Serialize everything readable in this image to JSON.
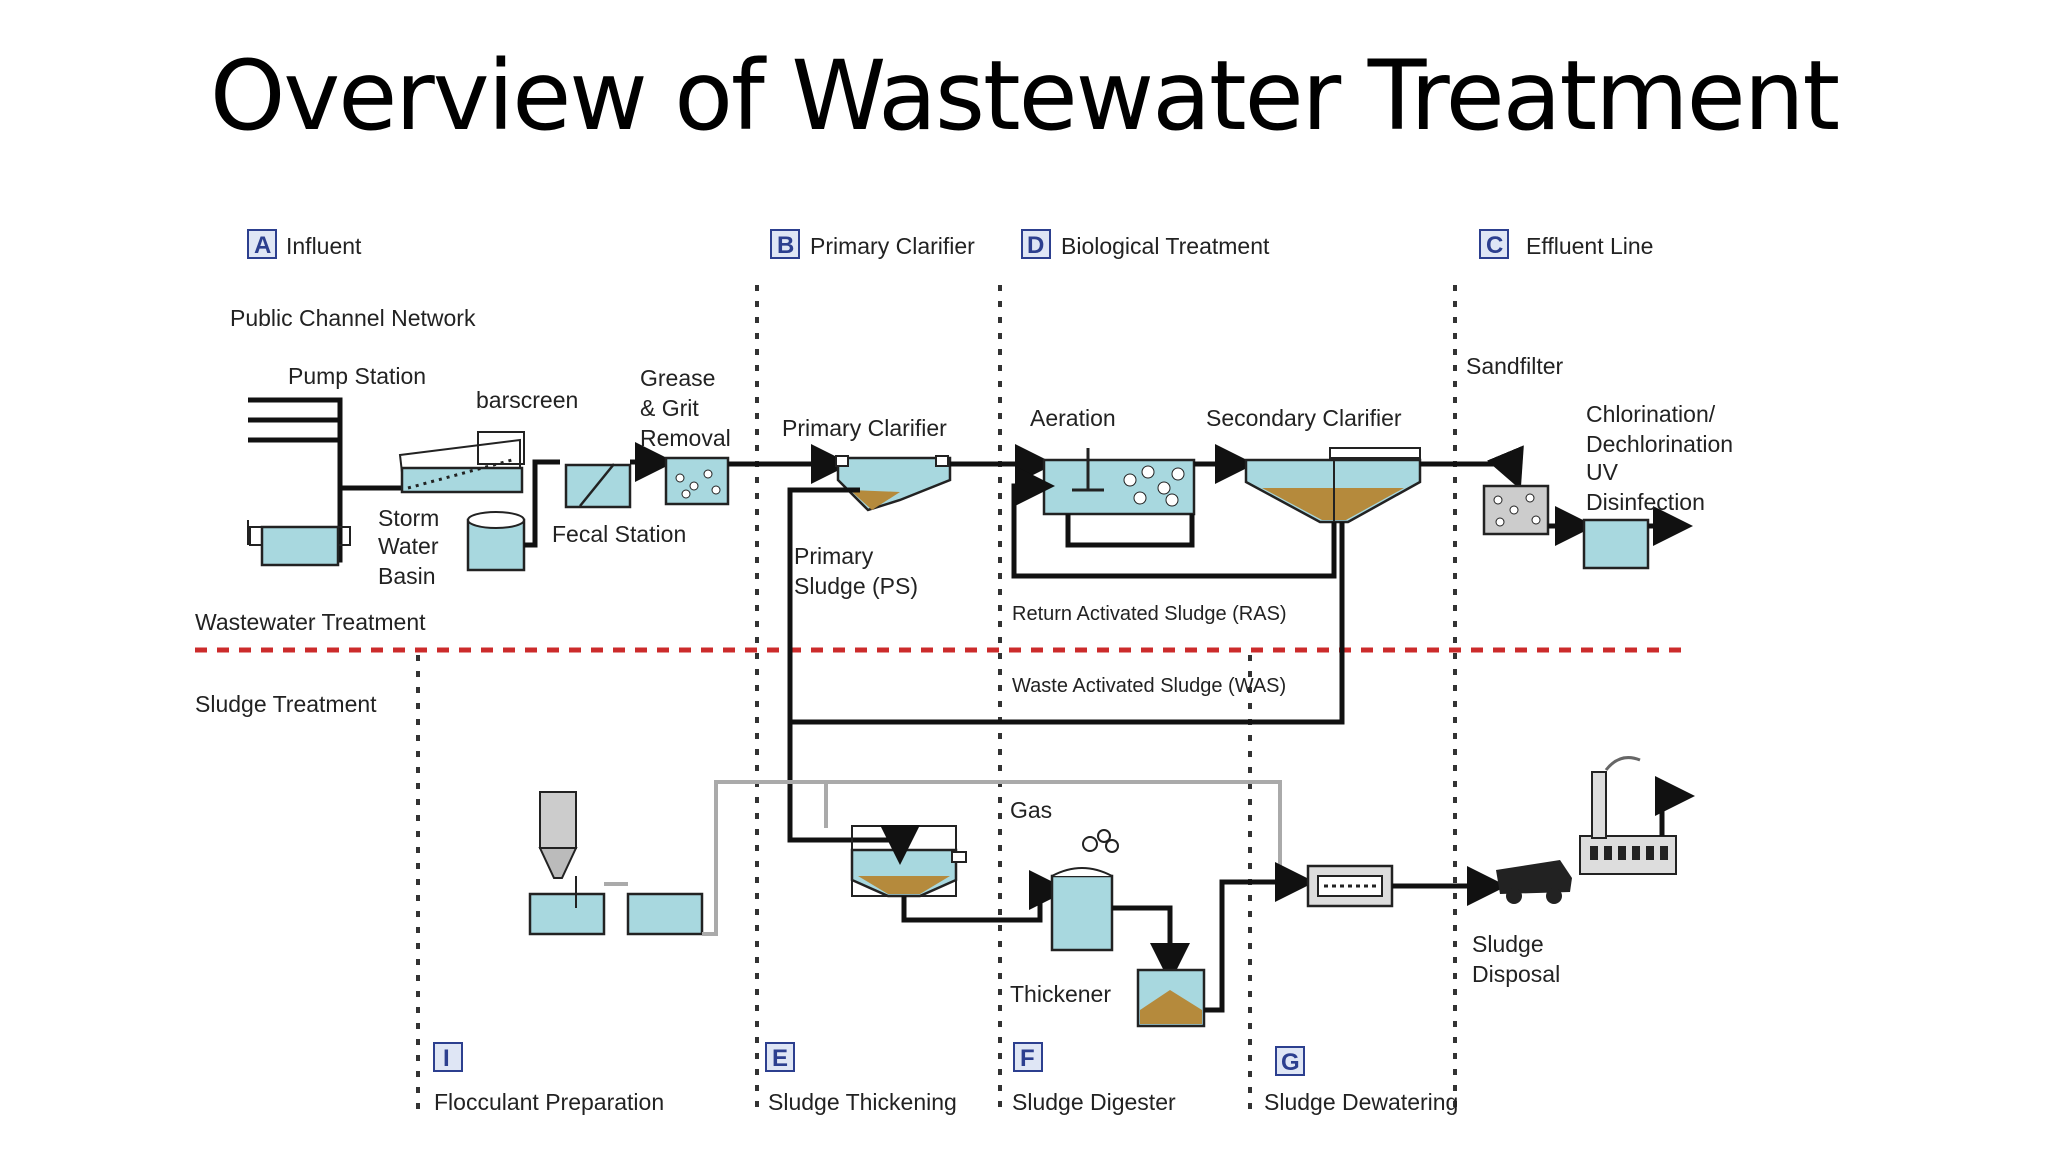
{
  "title": "Overview of Wastewater Treatment",
  "sections": {
    "a": {
      "letter": "A",
      "label": "Influent"
    },
    "b": {
      "letter": "B",
      "label": "Primary Clarifier"
    },
    "d": {
      "letter": "D",
      "label": "Biological Treatment"
    },
    "c": {
      "letter": "C",
      "label": "Effluent Line"
    },
    "i": {
      "letter": "I",
      "label": "Flocculant Preparation"
    },
    "e": {
      "letter": "E",
      "label": "Sludge Thickening"
    },
    "f": {
      "letter": "F",
      "label": "Sludge Digester"
    },
    "g": {
      "letter": "G",
      "label": "Sludge Dewatering"
    }
  },
  "labels": {
    "public_channel": "Public Channel Network",
    "pump_station": "Pump Station",
    "barscreen": "barscreen",
    "grease_1": "Grease",
    "grease_2": "& Grit",
    "grease_3": "Removal",
    "storm_1": "Storm",
    "storm_2": "Water",
    "storm_3": "Basin",
    "fecal_station": "Fecal Station",
    "primary_clarifier": "Primary Clarifier",
    "primary_sludge_1": "Primary",
    "primary_sludge_2": "Sludge (PS)",
    "aeration": "Aeration",
    "secondary_clarifier": "Secondary Clarifier",
    "sandfilter": "Sandfilter",
    "chlor_1": "Chlorination/",
    "chlor_2": "Dechlorination",
    "chlor_3": "UV",
    "chlor_4": "Disinfection",
    "ras": "Return Activated Sludge (RAS)",
    "was": "Waste Activated Sludge (WAS)",
    "wastewater_treatment": "Wastewater Treatment",
    "sludge_treatment": "Sludge Treatment",
    "gas": "Gas",
    "thickener": "Thickener",
    "sludge_disposal_1": "Sludge",
    "sludge_disposal_2": "Disposal"
  },
  "colors": {
    "water": "#a8d8df",
    "sludge": "#b58a3c",
    "divider": "#cc2b2b",
    "badge": "#2c3f8f",
    "badge_bg": "#dfe6f5"
  }
}
